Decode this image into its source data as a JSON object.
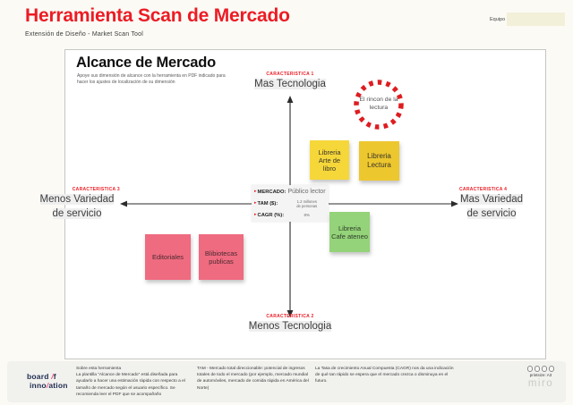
{
  "colors": {
    "accent_red": "#EC1C24",
    "sticky_yellow_light": "#F6D73A",
    "sticky_yellow_dark": "#EDC72E",
    "sticky_green": "#94D379",
    "sticky_pink": "#EF6B80",
    "logo_pink": "#F4517F",
    "logo_navy": "#1D2B4F",
    "highlight_bg": "#EFEFEF",
    "team_field_bg": "#F3F0D9",
    "circle_red": "#DD1D21"
  },
  "header": {
    "title": "Herramienta Scan de Mercado",
    "subtitle": "Extensión de Diseño -  Market Scan Tool",
    "team_label": "Equipo",
    "team_value": ""
  },
  "board": {
    "title": "Alcance de Mercado",
    "description": "Apoye sus dimensión de alcance con la herramienta en PDF indicado para\nhacer los ajustes de localización de su dimensión",
    "axis_top": {
      "tag": "CARACTERISTICA 1",
      "label": "Mas Tecnologia"
    },
    "axis_bottom": {
      "tag": "CARACTERISTICA 2",
      "label": "Menos Tecnologia"
    },
    "axis_left": {
      "tag": "CARACTERISTICA 3",
      "label": "Menos Variedad\nde servicio"
    },
    "axis_right": {
      "tag": "CARACTERISTICA 4",
      "label": "Mas Variedad\nde servicio"
    },
    "market": {
      "rows": [
        {
          "label": "MERCADO:",
          "value": "Público lector"
        },
        {
          "label": "TAM ($):",
          "value": "1.2 millones\nde personas"
        },
        {
          "label": "CAGR (%):",
          "value": "8%"
        }
      ]
    },
    "stickies": [
      {
        "id": "libreria-arte-de-libro",
        "text": "Libreria Arte de libro",
        "color": "#F6D73A"
      },
      {
        "id": "libreria-lectura",
        "text": "Libreria Lectura",
        "color": "#EDC72E"
      },
      {
        "id": "libreria-cafe-ateneo",
        "text": "Libreria Cafe ateneo",
        "color": "#94D379"
      },
      {
        "id": "editoriales",
        "text": "Editoriales",
        "color": "#EF6B80"
      },
      {
        "id": "bibliotecas-publicas",
        "text": "Blibiotecas publicas",
        "color": "#EF6B80"
      }
    ],
    "highlight_circle": {
      "text": "El rincon de la lectura"
    }
  },
  "footer": {
    "logo": {
      "line1_pre": "board ",
      "line1_post": "f",
      "line2_pre": "inno",
      "line2_post": "ation",
      "slash": "/"
    },
    "about_title": "Sobre esta herramienta",
    "about_body": "La plantilla “Alcance de Mercado” está diseñada para ayudarlo a hacer una estimación rápida con respecto a el tamaño de mercado según el usuario específico. Se recomienda leer el PDF que se acompañaño",
    "tam_note": "TAM - Mercado total direccionable: potencial de ingresos totales de todo el mercado (por ejemplo, mercado mundial de automóviles, mercado de comida rápida en América del Norte)",
    "cagr_note": "La Tasa de crecimiento Anual Compuesta (CAGR) nos da una indicación de qué tan rápido se espera que el mercado crezca o disminuya en el futuro.",
    "printsize": "printsize: A3",
    "miro": "miro"
  }
}
